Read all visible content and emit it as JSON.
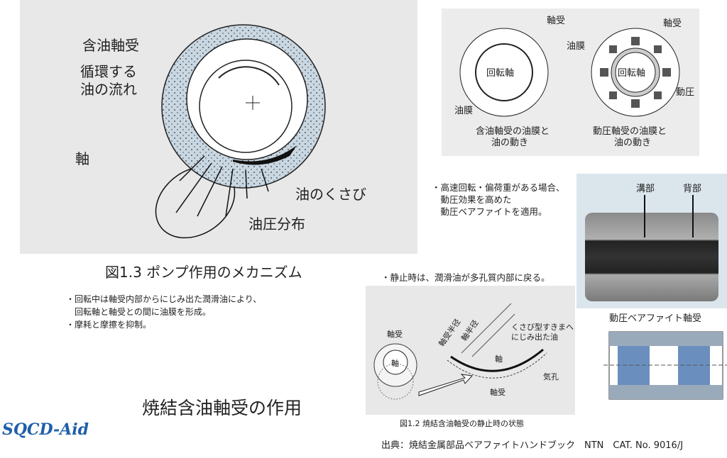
{
  "fig13": {
    "label_bearing": "含油軸受",
    "label_flow1": "循環する",
    "label_flow2": "油の流れ",
    "label_shaft": "軸",
    "label_wedge": "油のくさび",
    "label_pressure": "油圧分布",
    "caption": "図1.3 ポンプ作用のメカニズム"
  },
  "bullets_left": [
    "・回転中は軸受内部からにじみ出た潤滑油により、",
    "　回転軸と軸受との間に油膜を形成。",
    "・摩耗と摩擦を抑制。"
  ],
  "title": "焼結含油軸受の作用",
  "logo": "SQCD-Aid",
  "fig_top": {
    "left_bearing": "軸受",
    "left_shaft": "回転軸",
    "left_film": "油膜",
    "left_caption1": "含油軸受の油膜と",
    "left_caption2": "油の動き",
    "right_bearing": "軸受",
    "right_film": "油膜",
    "right_shaft": "回転軸",
    "right_pressure": "動圧",
    "right_caption1": "動圧軸受の油膜と",
    "right_caption2": "油の動き"
  },
  "bullets_right": [
    "・高速回転・偏荷重がある場合、",
    "　動圧効果を高めた",
    "　動圧ベアファイトを適用。"
  ],
  "photo": {
    "groove": "溝部",
    "back": "背部",
    "caption": "動圧ベアファイト軸受"
  },
  "static_note": "・静止時は、潤滑油が多孔質内部に戻る。",
  "fig12": {
    "bearing_radius": "軸受半径",
    "shaft_radius": "軸半径",
    "wedge1": "くさび型すきまへ",
    "wedge2": "にじみ出た油",
    "bearing_small": "軸受",
    "shaft_small": "軸",
    "shaft": "軸",
    "pore": "気孔",
    "bearing": "軸受",
    "caption": "図1.2 焼結含油軸受の静止時の状態"
  },
  "source": "出典：焼結金属部品ベアファイトハンドブック　NTN　CAT. No. 9016/J"
}
